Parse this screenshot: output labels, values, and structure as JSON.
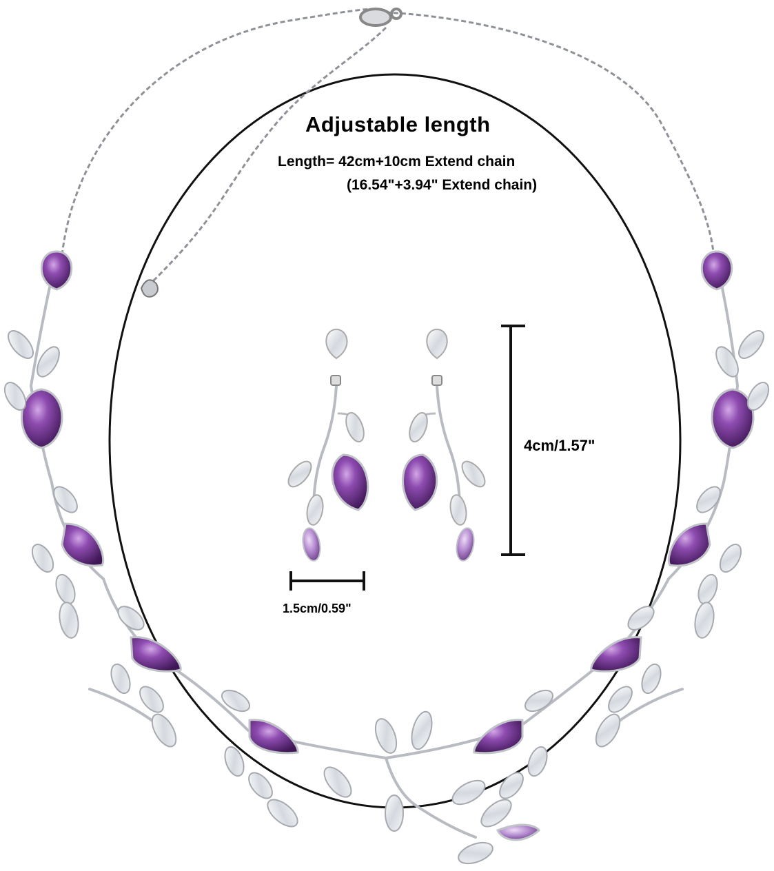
{
  "heading": "Adjustable length",
  "length_line1": "Length= 42cm+10cm  Extend chain",
  "length_line2": "(16.54\"+3.94\"   Extend chain)",
  "earring_height": "4cm/1.57\"",
  "earring_width": "1.5cm/0.59\"",
  "colors": {
    "amethyst": "#6a2f8a",
    "amethyst_light": "#a86fc4",
    "crystal": "#e6e9ee",
    "silver": "#9ea2a8",
    "outline_ring": "#111111"
  }
}
